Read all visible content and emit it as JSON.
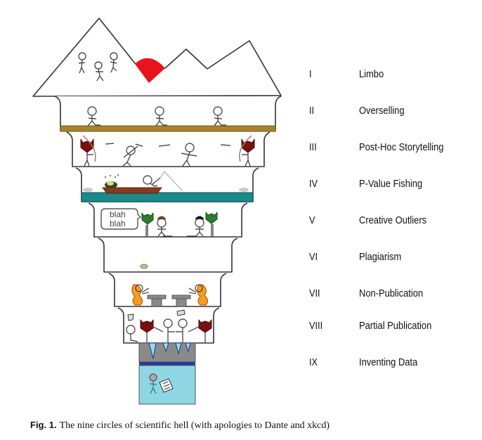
{
  "figure": {
    "caption_label": "Fig. 1.",
    "caption_text": "The nine circles of scientific hell (with apologies to Dante and xkcd)",
    "speech_bubble": [
      "blah",
      "blah"
    ],
    "colors": {
      "sun": "#e8141b",
      "floor_overselling": "#a8842e",
      "water": "#1a8a8a",
      "boat": "#8a3a1a",
      "devil_red": "#7a1010",
      "devil_green": "#2e7a2e",
      "ice_wall": "#8a8a8a",
      "ice_water": "#8fd6e4",
      "ice_stripe": "#2a3a9a"
    }
  },
  "circles": [
    {
      "numeral": "I",
      "name": "Limbo"
    },
    {
      "numeral": "II",
      "name": "Overselling"
    },
    {
      "numeral": "III",
      "name": "Post-Hoc Storytelling"
    },
    {
      "numeral": "IV",
      "name": "P-Value Fishing"
    },
    {
      "numeral": "V",
      "name": "Creative Outliers"
    },
    {
      "numeral": "VI",
      "name": "Plagiarism"
    },
    {
      "numeral": "VII",
      "name": "Non-Publication"
    },
    {
      "numeral": "VIII",
      "name": "Partial Publication"
    },
    {
      "numeral": "IX",
      "name": "Inventing Data"
    }
  ]
}
